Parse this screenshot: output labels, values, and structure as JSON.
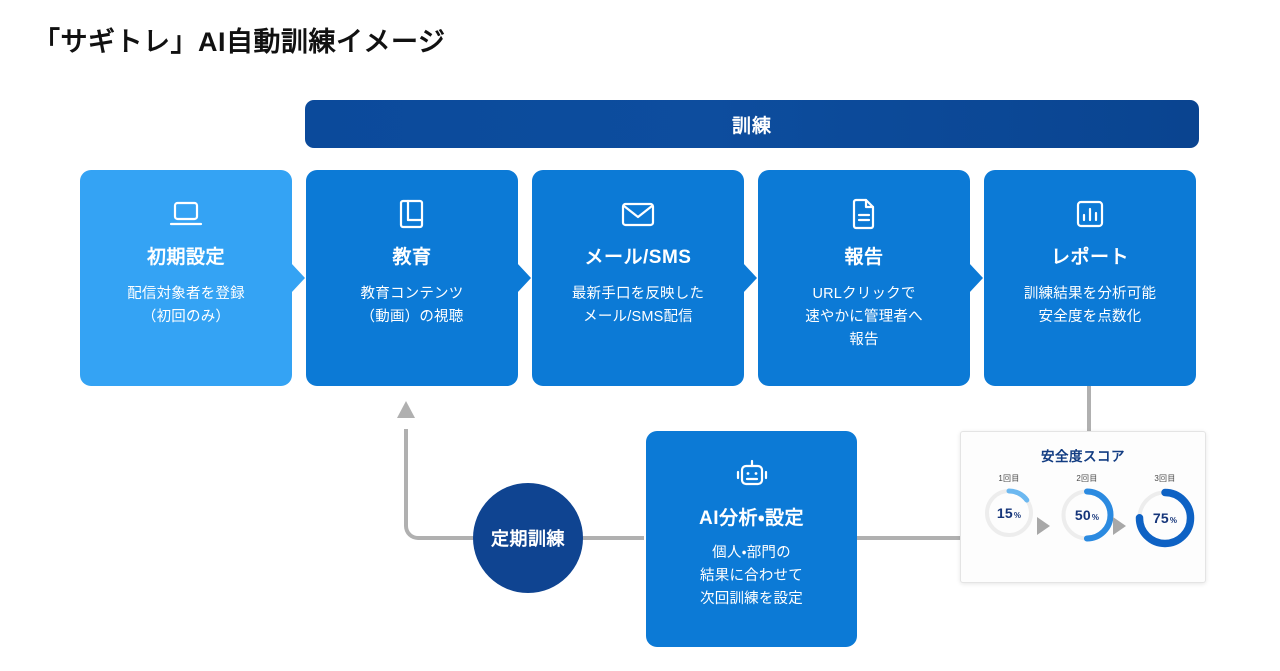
{
  "page": {
    "title": "「サギトレ」AI自動訓練イメージ"
  },
  "banner": {
    "label": "訓練"
  },
  "steps": [
    {
      "icon": "laptop-icon",
      "title": "初期設定",
      "desc": "配信対象者を登録\n（初回のみ）",
      "color": "#34a3f4"
    },
    {
      "icon": "book-icon",
      "title": "教育",
      "desc": "教育コンテンツ\n（動画）の視聴",
      "color": "#0c7ad6"
    },
    {
      "icon": "mail-icon",
      "title": "メール/SMS",
      "desc": "最新手口を反映した\nメール/SMS配信",
      "color": "#0c7ad6"
    },
    {
      "icon": "document-icon",
      "title": "報告",
      "desc": "URLクリックで\n速やかに管理者へ\n報告",
      "color": "#0c7ad6"
    },
    {
      "icon": "bar-chart-icon",
      "title": "レポート",
      "desc": "訓練結果を分析可能\n安全度を点数化",
      "color": "#0c7ad6"
    }
  ],
  "cycle": {
    "label": "定期訓練",
    "color": "#0f4491"
  },
  "ai_card": {
    "icon": "robot-icon",
    "title": "AI分析・設定",
    "desc": "個人・部門の\n結果に合わせて\n次回訓練を設定",
    "color": "#0c7ad6"
  },
  "score_panel": {
    "title": "安全度スコア",
    "items": [
      {
        "label": "1回目",
        "value": "15",
        "unit": "%",
        "percent": 15,
        "color": "#6cb8f0"
      },
      {
        "label": "2回目",
        "value": "50",
        "unit": "%",
        "percent": 50,
        "color": "#2b8ae0"
      },
      {
        "label": "3回目",
        "value": "75",
        "unit": "%",
        "percent": 75,
        "color": "#0e62c4"
      }
    ],
    "separator_icon": "play-triangle-icon"
  },
  "connectors": {
    "color": "#b0b0b0"
  }
}
